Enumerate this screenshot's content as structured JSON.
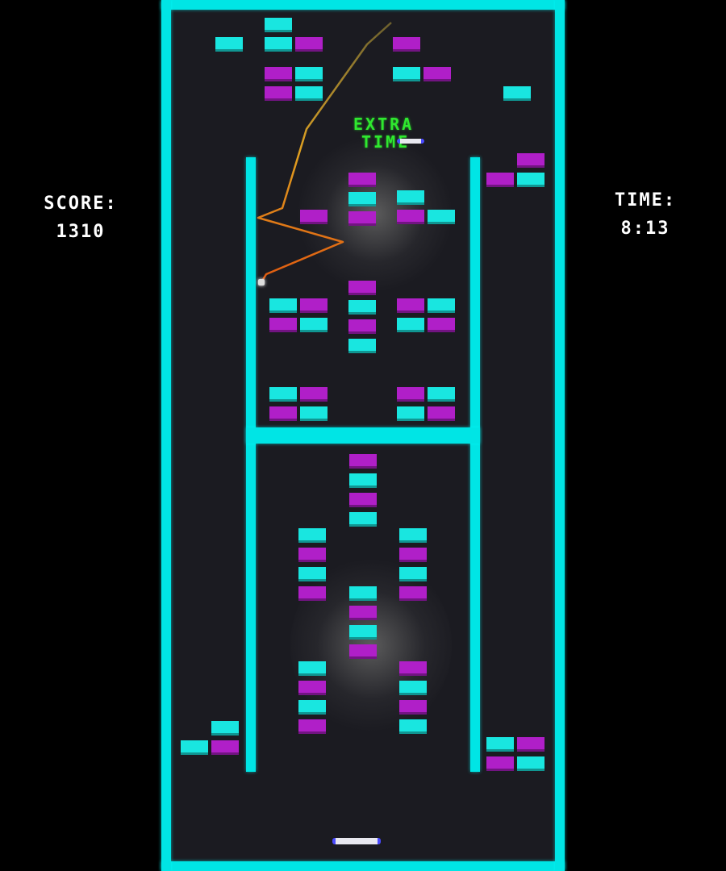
{
  "hud": {
    "score_label": "SCORE:",
    "score_value": "1310",
    "time_label": "TIME:",
    "time_value": "8:13"
  },
  "powerup": {
    "line1": "EXTRA",
    "line2": "TIME"
  },
  "colors": {
    "wall": "#00e5e5",
    "brick_cyan": "#19e6e0",
    "brick_magenta": "#b01fc8",
    "background": "#1b1b21",
    "powerup_text": "#2fe82f",
    "trail": "#e08a1a"
  }
}
